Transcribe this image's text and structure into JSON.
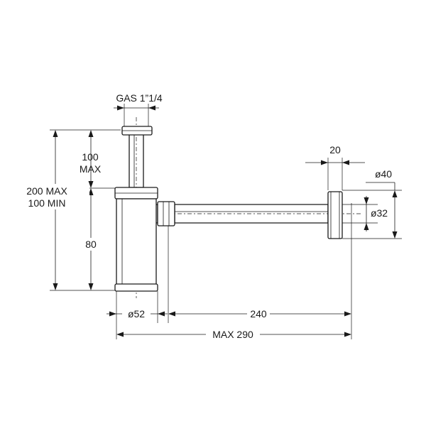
{
  "dimensions": {
    "thread": "GAS 1”1/4",
    "adjust_top_line1": "100",
    "adjust_top_line2": "MAX",
    "total_height_line1": "200 MAX",
    "total_height_line2": "100 MIN",
    "body_height": "80",
    "body_diameter": "ø52",
    "flange_width": "20",
    "flange_diameter": "ø40",
    "pipe_diameter": "ø32",
    "pipe_length": "240",
    "max_length": "MAX 290"
  }
}
